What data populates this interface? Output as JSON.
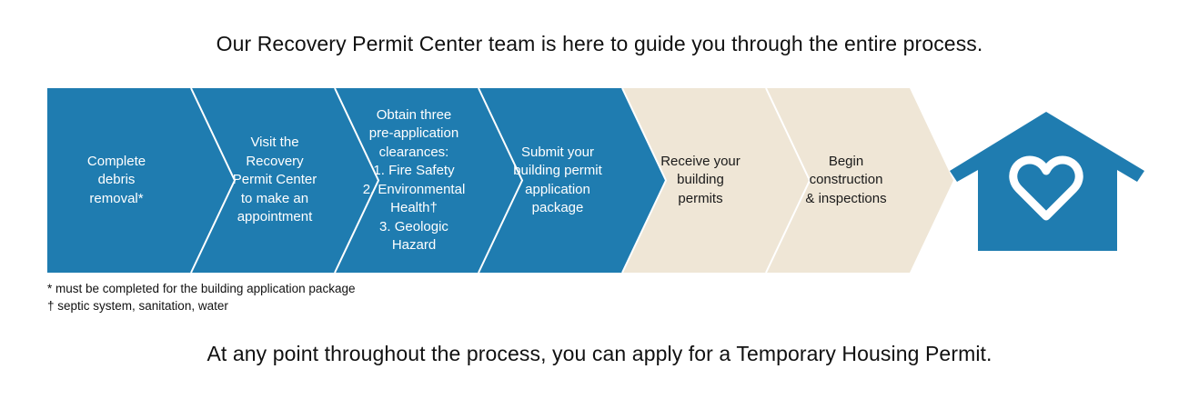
{
  "header": {
    "title": "Our Recovery Permit Center team is here to guide you through the entire process."
  },
  "colors": {
    "blue": "#1f7cb0",
    "beige": "#efe6d6",
    "separator": "#ffffff"
  },
  "steps": [
    {
      "tone": "blue",
      "lines": [
        "Complete",
        "debris",
        "removal*"
      ]
    },
    {
      "tone": "blue",
      "lines": [
        "Visit the",
        "Recovery",
        "Permit Center",
        "to make an",
        "appointment"
      ]
    },
    {
      "tone": "blue",
      "lines": [
        "Obtain three",
        "pre-application",
        "clearances:",
        "1. Fire Safety",
        "2. Environmental",
        "Health†",
        "3. Geologic",
        "Hazard"
      ]
    },
    {
      "tone": "blue",
      "lines": [
        "Submit your",
        "building permit",
        "application",
        "package"
      ]
    },
    {
      "tone": "beige",
      "lines": [
        "Receive your",
        "building",
        "permits"
      ]
    },
    {
      "tone": "beige",
      "lines": [
        "Begin",
        "construction",
        "& inspections"
      ]
    }
  ],
  "house": {
    "icon": "house-heart-icon",
    "color": "#1f7cb0"
  },
  "footnotes": [
    "* must be completed for the building application package",
    "† septic system, sanitation, water"
  ],
  "footer": {
    "text": "At any point throughout the process, you can apply for a Temporary Housing Permit."
  }
}
